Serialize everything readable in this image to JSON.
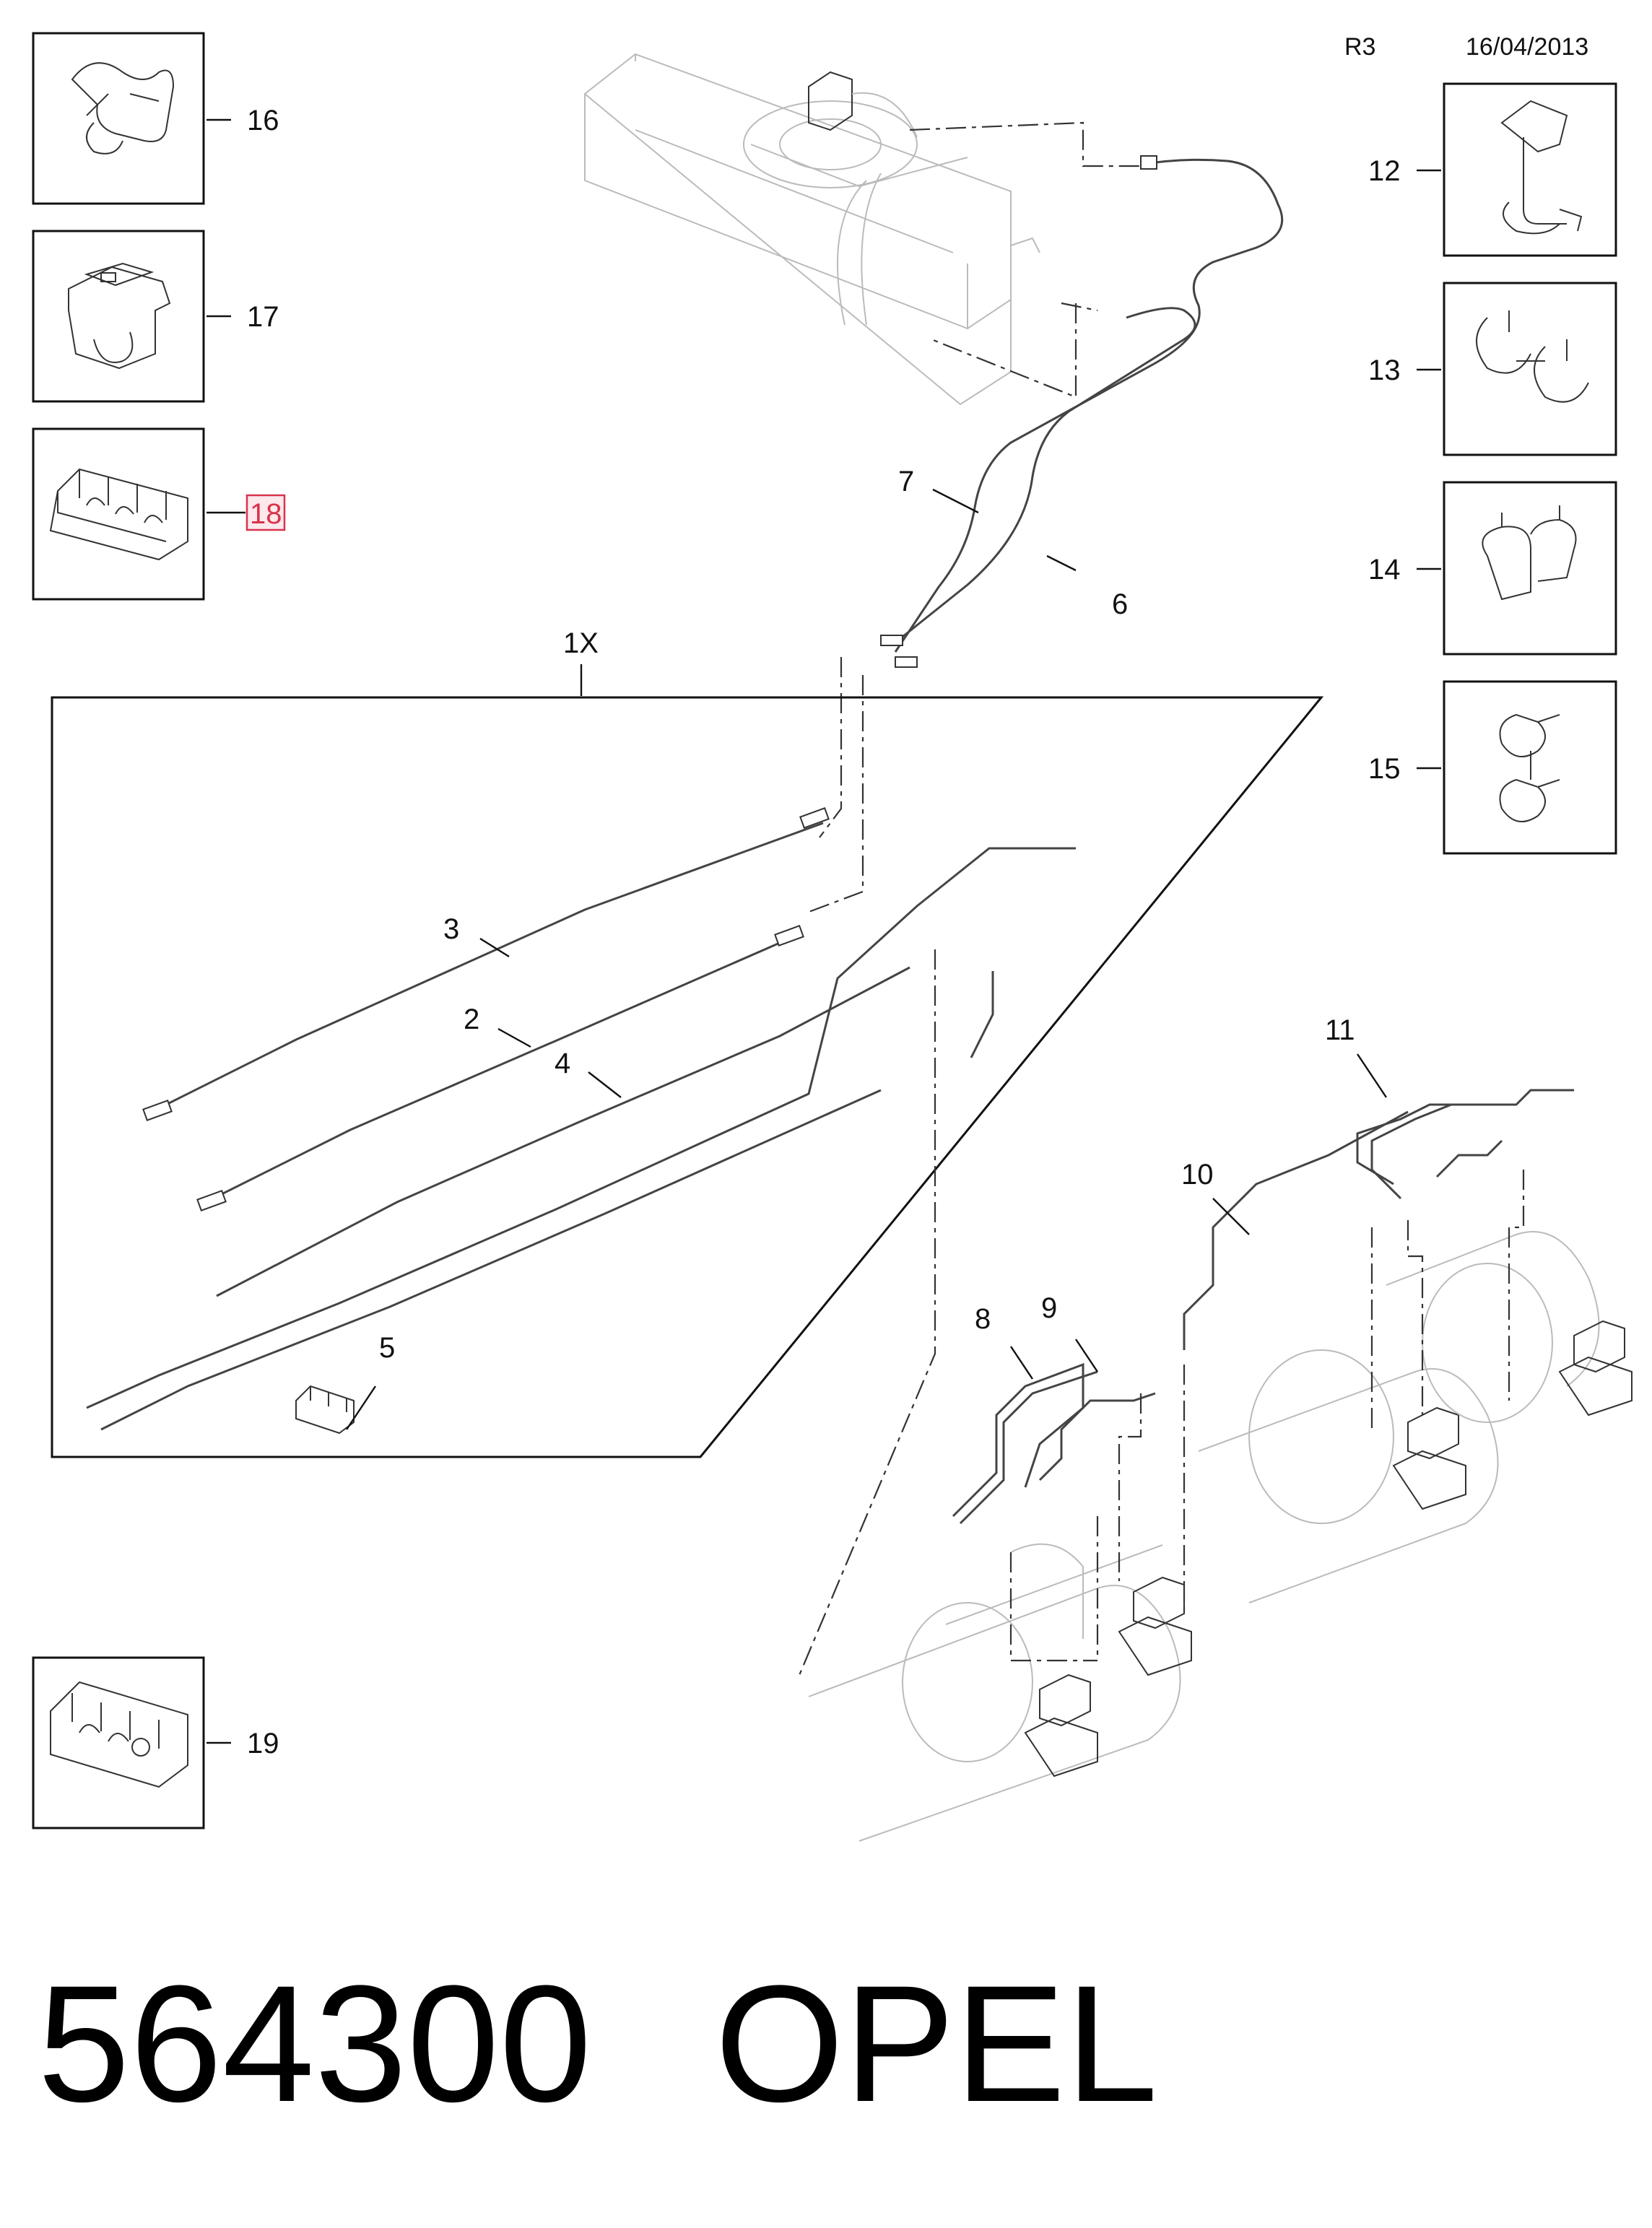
{
  "header": {
    "revision": "R3",
    "date": "16/04/2013"
  },
  "footer": {
    "part_number": "564300",
    "brand": "OPEL"
  },
  "assembly": {
    "label": "1X"
  },
  "callouts": {
    "c2": "2",
    "c3": "3",
    "c4": "4",
    "c5": "5",
    "c6": "6",
    "c7": "7",
    "c8": "8",
    "c9": "9",
    "c10": "10",
    "c11": "11",
    "c12": "12",
    "c13": "13",
    "c14": "14",
    "c15": "15",
    "c16": "16",
    "c17": "17",
    "c18": "18",
    "c19": "19"
  },
  "highlight": {
    "callout": "18",
    "color": "#d9334b"
  }
}
